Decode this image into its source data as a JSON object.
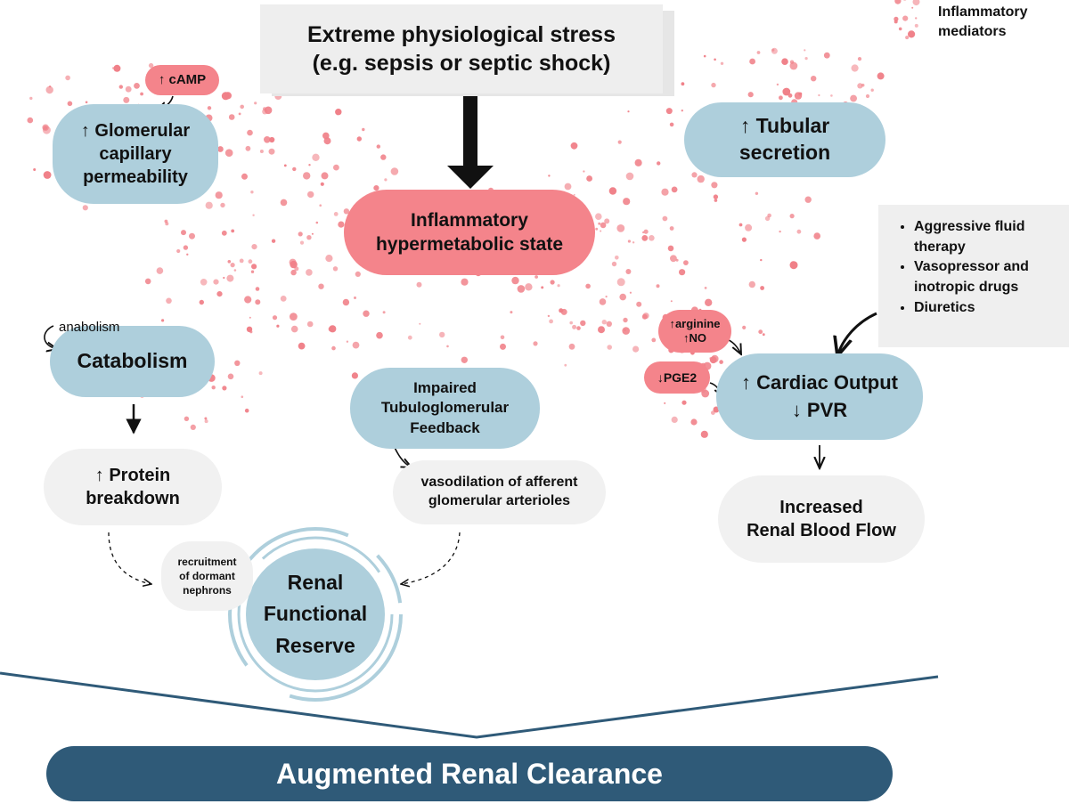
{
  "colors": {
    "node_blue": "#aecfdc",
    "node_red": "#f4848b",
    "node_grey": "#f1f1f1",
    "dots": "#f08088",
    "banner": "#2f5a78"
  },
  "legend": {
    "label_line1": "Inflammatory",
    "label_line2": "mediators"
  },
  "stress": {
    "line1": "Extreme physiological stress",
    "line2": "(e.g. sepsis or septic shock)"
  },
  "inflammatory_state": {
    "line1": "Inflammatory",
    "line2": "hypermetabolic state"
  },
  "camp": {
    "label": "↑ cAMP"
  },
  "glomerular": {
    "line1": "↑ Glomerular",
    "line2": "capillary",
    "line3": "permeability"
  },
  "tubular": {
    "line1": "↑ Tubular",
    "line2": "secretion"
  },
  "catabolism": {
    "label": "Catabolism",
    "anabolism_label": "anabolism"
  },
  "protein": {
    "line1": "↑ Protein",
    "line2": "breakdown"
  },
  "tgf": {
    "line1": "Impaired",
    "line2": "Tubuloglomerular",
    "line3": "Feedback"
  },
  "vasodilation": {
    "line1": "vasodilation of afferent",
    "line2": "glomerular arterioles"
  },
  "mediators": {
    "arginine": "↑arginine",
    "no": "↑NO",
    "pge2": "↓PGE2"
  },
  "cardiac": {
    "line1": "↑ Cardiac Output",
    "line2": "↓ PVR"
  },
  "interventions": {
    "items": [
      "Aggressive fluid therapy",
      "Vasopressor and inotropic drugs",
      "Diuretics"
    ]
  },
  "renal_flow": {
    "line1": "Increased",
    "line2": "Renal Blood Flow"
  },
  "recruitment": {
    "line1": "recruitment",
    "line2": "of dormant",
    "line3": "nephrons"
  },
  "reserve": {
    "line1": "Renal",
    "line2": "Functional",
    "line3": "Reserve"
  },
  "banner": {
    "label": "Augmented Renal Clearance"
  }
}
